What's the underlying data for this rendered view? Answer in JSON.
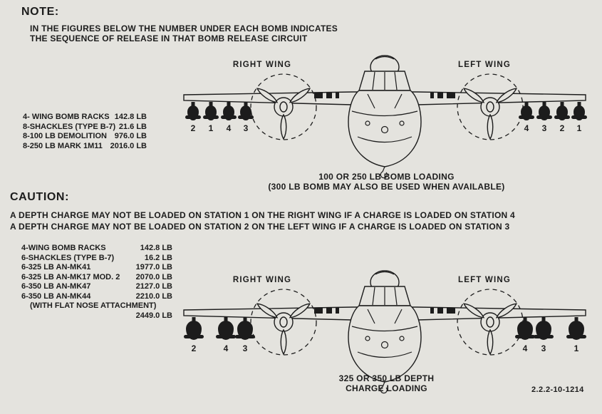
{
  "colors": {
    "paper": "#e4e3de",
    "ink": "#1c1c1c"
  },
  "note": {
    "heading": "NOTE:",
    "line1": "IN THE FIGURES BELOW THE NUMBER UNDER EACH BOMB INDICATES",
    "line2": "THE SEQUENCE OF RELEASE IN THAT BOMB RELEASE CIRCUIT"
  },
  "diagram1": {
    "right_wing_label": "RIGHT WING",
    "left_wing_label": "LEFT WING",
    "stations": {
      "left": [
        "2",
        "1",
        "4",
        "3"
      ],
      "right": [
        "4",
        "3",
        "2",
        "1"
      ]
    },
    "weights": [
      {
        "item": "4- WING BOMB RACKS",
        "weight": "142.8 LB"
      },
      {
        "item": "8-SHACKLES (TYPE B-7)",
        "weight": "21.6 LB"
      },
      {
        "item": "8-100 LB DEMOLITION",
        "weight": "976.0 LB"
      },
      {
        "item": "8-250 LB MARK 1M11",
        "weight": "2016.0 LB"
      }
    ],
    "caption_line1": "100 OR 250 LB  BOMB LOADING",
    "caption_line2": "(300 LB  BOMB MAY ALSO BE USED WHEN AVAILABLE)"
  },
  "caution": {
    "heading": "CAUTION:",
    "line1": "A DEPTH CHARGE MAY NOT BE LOADED ON STATION 1 ON THE RIGHT WING IF A CHARGE IS LOADED ON STATION 4",
    "line2": "A DEPTH CHARGE MAY NOT BE LOADED ON STATION 2 ON THE LEFT WING IF A CHARGE IS LOADED ON STATION 3"
  },
  "diagram2": {
    "right_wing_label": "RIGHT WING",
    "left_wing_label": "LEFT WING",
    "stations": {
      "left": [
        "2",
        "4",
        "3"
      ],
      "right": [
        "4",
        "3",
        "1"
      ]
    },
    "weights": [
      {
        "item": "4-WING BOMB RACKS",
        "weight": "142.8 LB"
      },
      {
        "item": "6-SHACKLES (TYPE B-7)",
        "weight": "16.2 LB"
      },
      {
        "item": "6-325 LB  AN-MK41",
        "weight": "1977.0 LB"
      },
      {
        "item": "6-325 LB  AN-MK17 MOD. 2",
        "weight": "2070.0 LB"
      },
      {
        "item": "6-350 LB  AN-MK47",
        "weight": "2127.0 LB"
      },
      {
        "item": "6-350 LB  AN-MK44",
        "weight": "2210.0 LB"
      },
      {
        "item": "(WITH FLAT NOSE ATTACHMENT)",
        "weight": ""
      },
      {
        "item": "",
        "weight": "2449.0 LB"
      }
    ],
    "caption_line1": "325 OR 350 LB DEPTH",
    "caption_line2": "CHARGE LOADING"
  },
  "footer": {
    "doc_number": "2.2.2-10-1214"
  }
}
